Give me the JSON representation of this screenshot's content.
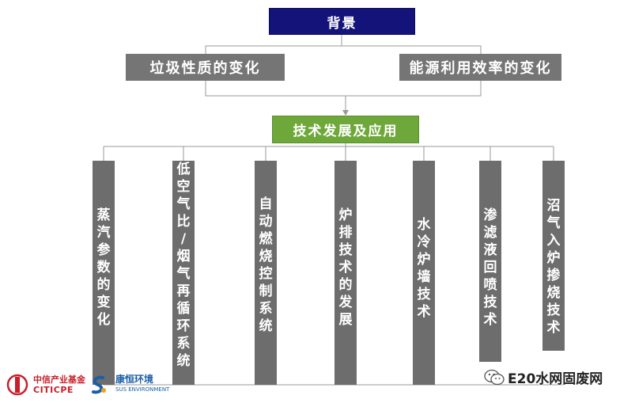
{
  "diagram": {
    "top_node": "背景",
    "factors": [
      "垃圾性质的变化",
      "能源利用效率的变化"
    ],
    "middle_node": "技术发展及应用",
    "columns": [
      "蒸汽参数的变化",
      "低空气比/烟气再循环系统",
      "自动燃烧控制系统",
      "炉排技术的发展",
      "水冷炉墙技术",
      "渗滤液回喷技术",
      "沼气入炉掺烧技术"
    ]
  },
  "logos": {
    "citic_cn": "中信产业基金",
    "citic_en": "CITICPE",
    "sus_cn": "康恒环境",
    "sus_en": "SUS ENVIRONMENT"
  },
  "watermark": {
    "text": "E20水网固废网"
  },
  "colors": {
    "top": "#14137a",
    "factor": "#757575",
    "middle": "#6fa83a",
    "column": "#6d6d6d",
    "line": "#8a8a8a"
  }
}
